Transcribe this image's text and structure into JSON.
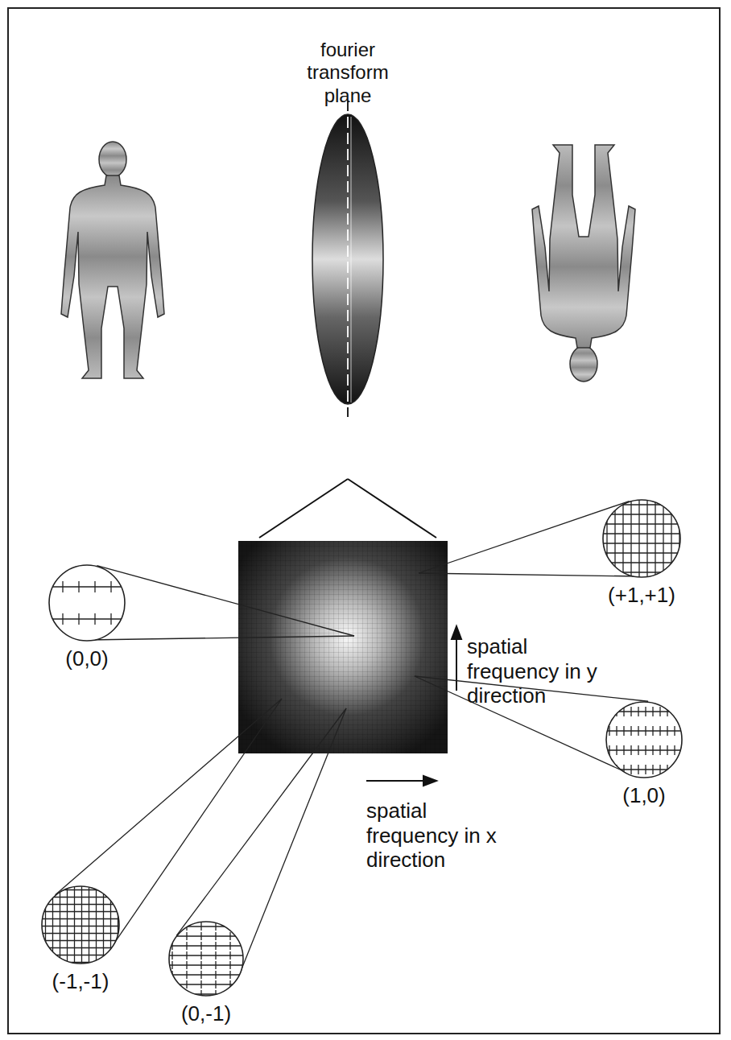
{
  "diagram": {
    "nodes": [
      {
        "text": [
          "(+1,+1)"
        ]
      },
      {
        "text": [
          "(0,0)"
        ]
      },
      {
        "text": [
          "(1,0)"
        ]
      },
      {
        "text": [
          "(-1,-1)"
        ]
      },
      {
        "text": [
          "(0,-1)"
        ]
      }
    ],
    "labels": [
      "fourier transform plane",
      "spatial frequency in y direction",
      "spatial frequency in x direction"
    ]
  }
}
